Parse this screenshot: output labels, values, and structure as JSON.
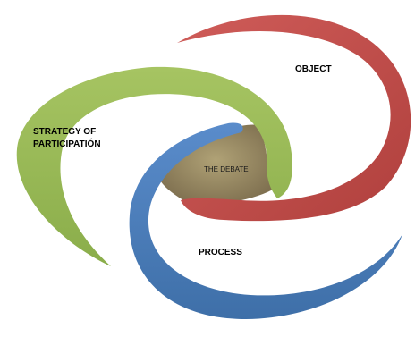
{
  "diagram": {
    "center": {
      "label": "THE DEBATE",
      "color": "#8f8058"
    },
    "segments": [
      {
        "id": "object",
        "label": "OBJECT",
        "color": "#c0504d"
      },
      {
        "id": "strategy",
        "label_lines": [
          "STRATEGY OF",
          "PARTICIPATIÓN"
        ],
        "color": "#9bbb59"
      },
      {
        "id": "process",
        "label": "PROCESS",
        "color": "#4f81bd"
      }
    ]
  }
}
